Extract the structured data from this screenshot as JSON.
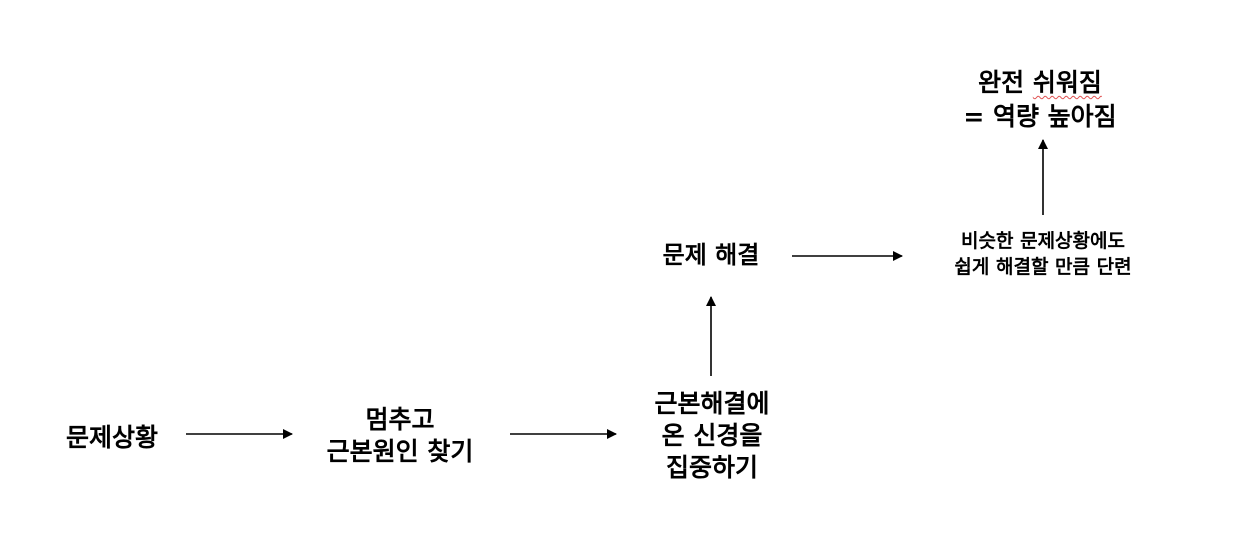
{
  "nodes": {
    "problem_situation": {
      "label": "문제상황"
    },
    "stop_find_root": {
      "lines": [
        "멈추고",
        "근본원인 찾기"
      ]
    },
    "focus_root_solution": {
      "lines": [
        "근본해결에",
        "온 신경을",
        "집중하기"
      ]
    },
    "problem_solved": {
      "label": "문제 해결"
    },
    "trained_similar": {
      "lines": [
        "비슷한 문제상황에도",
        "쉽게 해결할 만큼 단련"
      ]
    },
    "much_easier": {
      "line1_a": "완전 ",
      "line1_b": "쉬워짐",
      "line2": "= 역량 높아짐"
    }
  },
  "colors": {
    "text": "#000000",
    "arrow": "#000000",
    "background": "#ffffff",
    "spellcheck_underline": "#e05050"
  }
}
